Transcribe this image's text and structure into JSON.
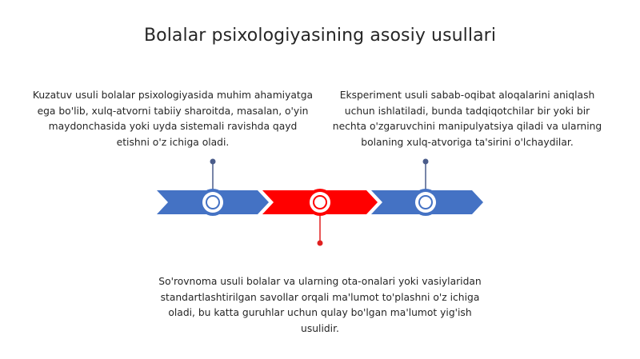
{
  "slide": {
    "title": "Bolalar psixologiyasining asosiy usullari"
  },
  "blocks": {
    "observation": "Kuzatuv usuli bolalar psixologiyasida muhim ahamiyatga ega bo'lib, xulq-atvorni tabiiy sharoitda, masalan, o'yin maydonchasida yoki uyda sistemali ravishda qayd etishni o'z ichiga oladi.",
    "experiment": "Eksperiment usuli sabab-oqibat aloqalarini aniqlash uchun ishlatiladi, bunda tadqiqotchilar bir yoki bir nechta o'zgaruvchini manipulyatsiya qiladi va ularning bolaning xulq-atvoriga ta'sirini o'lchaydilar.",
    "survey": "So'rovnoma usuli bolalar va ularning ota-onalari yoki vasiylaridan standartlashtirilgan savollar orqali ma'lumot to'plashni o'z ichiga oladi, bu katta guruhlar uchun qulay bo'lgan ma'lumot yig'ish usulidir."
  },
  "timeline": {
    "colors": {
      "blue": "#4472C4",
      "red": "#FF0000",
      "blue_marker": "#4A5C8A",
      "red_marker": "#E02020",
      "ring_fill": "#FFFFFF"
    },
    "segments": [
      {
        "name": "observation",
        "color": "blue"
      },
      {
        "name": "survey",
        "color": "red"
      },
      {
        "name": "experiment",
        "color": "blue"
      }
    ]
  }
}
